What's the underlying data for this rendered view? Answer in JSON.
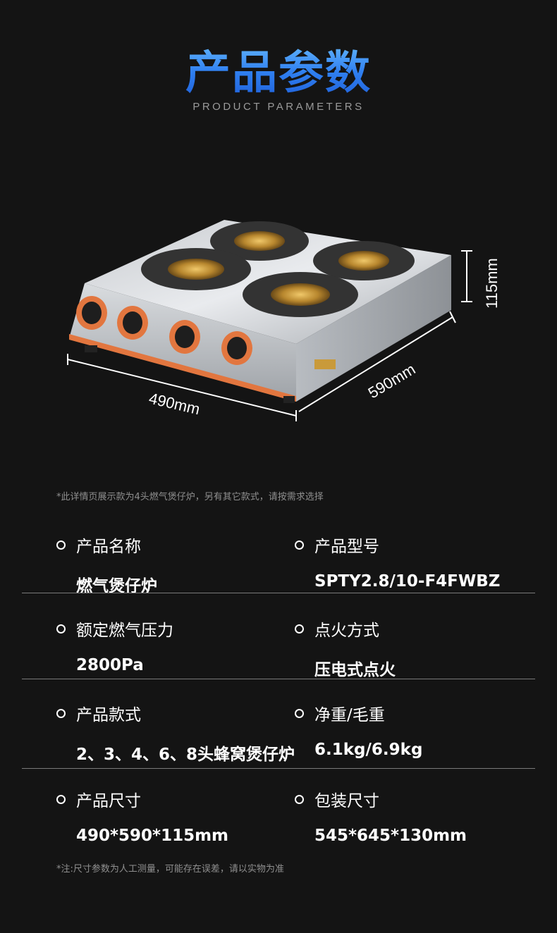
{
  "header": {
    "title": "产品参数",
    "subtitle": "PRODUCT PARAMETERS"
  },
  "product_image": {
    "dimensions": {
      "width": "490mm",
      "depth": "590mm",
      "height": "115mm"
    },
    "knob_color": "#e2763f",
    "brass_color": "#c99a3a"
  },
  "notes": {
    "top": "*此详情页展示款为4头燃气煲仔炉，另有其它款式，请按需求选择",
    "bottom": "*注:尺寸参数为人工测量，可能存在误差，请以实物为准"
  },
  "specs": [
    {
      "left": {
        "label": "产品名称",
        "value": "燃气煲仔炉"
      },
      "right": {
        "label": "产品型号",
        "value": "SPTY2.8/10-F4FWBZ"
      }
    },
    {
      "left": {
        "label": "额定燃气压力",
        "value": "2800Pa"
      },
      "right": {
        "label": "点火方式",
        "value": "压电式点火"
      }
    },
    {
      "left": {
        "label": "产品款式",
        "value": "2、3、4、6、8头蜂窝煲仔炉"
      },
      "right": {
        "label": "净重/毛重",
        "value": "6.1kg/6.9kg"
      }
    },
    {
      "left": {
        "label": "产品尺寸",
        "value": "490*590*115mm"
      },
      "right": {
        "label": "包装尺寸",
        "value": "545*645*130mm"
      }
    }
  ]
}
